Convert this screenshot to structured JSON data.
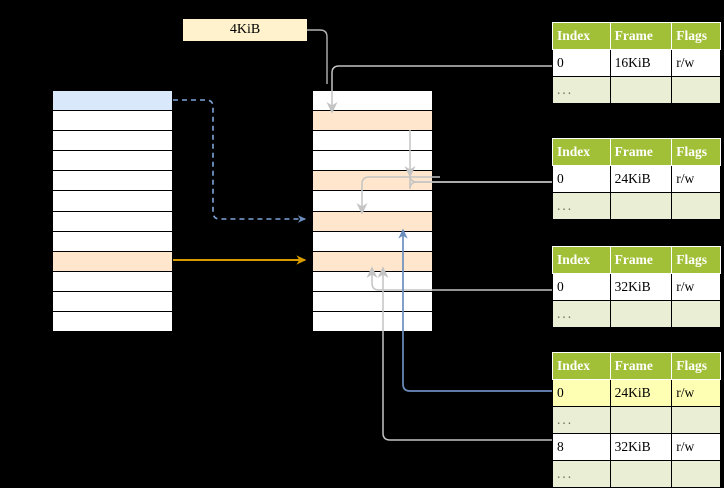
{
  "diagram": {
    "title": "page-table-walk-diagram",
    "size_label": "4KiB",
    "colors": {
      "header_green": "#a2c037",
      "dots_row": "#e9eed5",
      "highlight_yellow": "#ffffb3",
      "cell_blue": "#dae8fc",
      "cell_orange": "#ffe6cc",
      "label_yellow": "#fff2cc",
      "arrow_blue": "#6c8ebf",
      "arrow_orange": "#d79b00",
      "arrow_gray": "#b3b3b3",
      "background": "#000000"
    }
  },
  "virtual_column": {
    "name": "virtual-address-space-column",
    "cell_count": 12,
    "cells": [
      {
        "index": 0,
        "fill": "blue",
        "label": ""
      },
      {
        "index": 1,
        "fill": "white",
        "label": ""
      },
      {
        "index": 2,
        "fill": "white",
        "label": ""
      },
      {
        "index": 3,
        "fill": "white",
        "label": ""
      },
      {
        "index": 4,
        "fill": "white",
        "label": ""
      },
      {
        "index": 5,
        "fill": "white",
        "label": ""
      },
      {
        "index": 6,
        "fill": "white",
        "label": ""
      },
      {
        "index": 7,
        "fill": "white",
        "label": ""
      },
      {
        "index": 8,
        "fill": "orange",
        "label": ""
      },
      {
        "index": 9,
        "fill": "white",
        "label": ""
      },
      {
        "index": 10,
        "fill": "white",
        "label": ""
      },
      {
        "index": 11,
        "fill": "white",
        "label": ""
      }
    ]
  },
  "physical_column": {
    "name": "physical-memory-column",
    "cell_count": 12,
    "cells": [
      {
        "index": 0,
        "fill": "white",
        "label": ""
      },
      {
        "index": 1,
        "fill": "orange",
        "label": ""
      },
      {
        "index": 2,
        "fill": "white",
        "label": ""
      },
      {
        "index": 3,
        "fill": "white",
        "label": ""
      },
      {
        "index": 4,
        "fill": "orange",
        "label": ""
      },
      {
        "index": 5,
        "fill": "white",
        "label": ""
      },
      {
        "index": 6,
        "fill": "orange",
        "label": ""
      },
      {
        "index": 7,
        "fill": "white",
        "label": ""
      },
      {
        "index": 8,
        "fill": "orange",
        "label": ""
      },
      {
        "index": 9,
        "fill": "white",
        "label": ""
      },
      {
        "index": 10,
        "fill": "white",
        "label": ""
      },
      {
        "index": 11,
        "fill": "white",
        "label": ""
      }
    ]
  },
  "tables": [
    {
      "name": "page-table-level-1",
      "headers": [
        "Index",
        "Frame",
        "Flags"
      ],
      "rows": [
        {
          "type": "data",
          "cells": [
            "0",
            "16KiB",
            "r/w"
          ],
          "highlight": false
        },
        {
          "type": "dots",
          "cells": [
            "...",
            "",
            ""
          ],
          "highlight": false
        }
      ]
    },
    {
      "name": "page-table-level-2",
      "headers": [
        "Index",
        "Frame",
        "Flags"
      ],
      "rows": [
        {
          "type": "data",
          "cells": [
            "0",
            "24KiB",
            "r/w"
          ],
          "highlight": false
        },
        {
          "type": "dots",
          "cells": [
            "...",
            "",
            ""
          ],
          "highlight": false
        }
      ]
    },
    {
      "name": "page-table-level-3",
      "headers": [
        "Index",
        "Frame",
        "Flags"
      ],
      "rows": [
        {
          "type": "data",
          "cells": [
            "0",
            "32KiB",
            "r/w"
          ],
          "highlight": false
        },
        {
          "type": "dots",
          "cells": [
            "...",
            "",
            ""
          ],
          "highlight": false
        }
      ]
    },
    {
      "name": "page-table-level-4",
      "headers": [
        "Index",
        "Frame",
        "Flags"
      ],
      "rows": [
        {
          "type": "data",
          "cells": [
            "0",
            "24KiB",
            "r/w"
          ],
          "highlight": true
        },
        {
          "type": "dots",
          "cells": [
            "...",
            "",
            ""
          ],
          "highlight": false
        },
        {
          "type": "data",
          "cells": [
            "8",
            "32KiB",
            "r/w"
          ],
          "highlight": false
        },
        {
          "type": "dots",
          "cells": [
            "...",
            "",
            ""
          ],
          "highlight": false
        }
      ]
    }
  ],
  "connectors": [
    {
      "name": "dashed-blue-virtual-to-physical",
      "style": "dashed",
      "color": "#6c8ebf"
    },
    {
      "name": "solid-orange-virtual-to-physical",
      "style": "solid",
      "color": "#d79b00"
    },
    {
      "name": "gray-table1-to-physical",
      "style": "solid",
      "color": "#b3b3b3"
    },
    {
      "name": "gray-table2-to-physical",
      "style": "solid",
      "color": "#b3b3b3"
    },
    {
      "name": "gray-table3-to-physical",
      "style": "solid",
      "color": "#b3b3b3"
    },
    {
      "name": "gray-table4-to-physical",
      "style": "solid",
      "color": "#b3b3b3"
    },
    {
      "name": "blue-physical-to-table4",
      "style": "solid",
      "color": "#6c8ebf"
    }
  ]
}
